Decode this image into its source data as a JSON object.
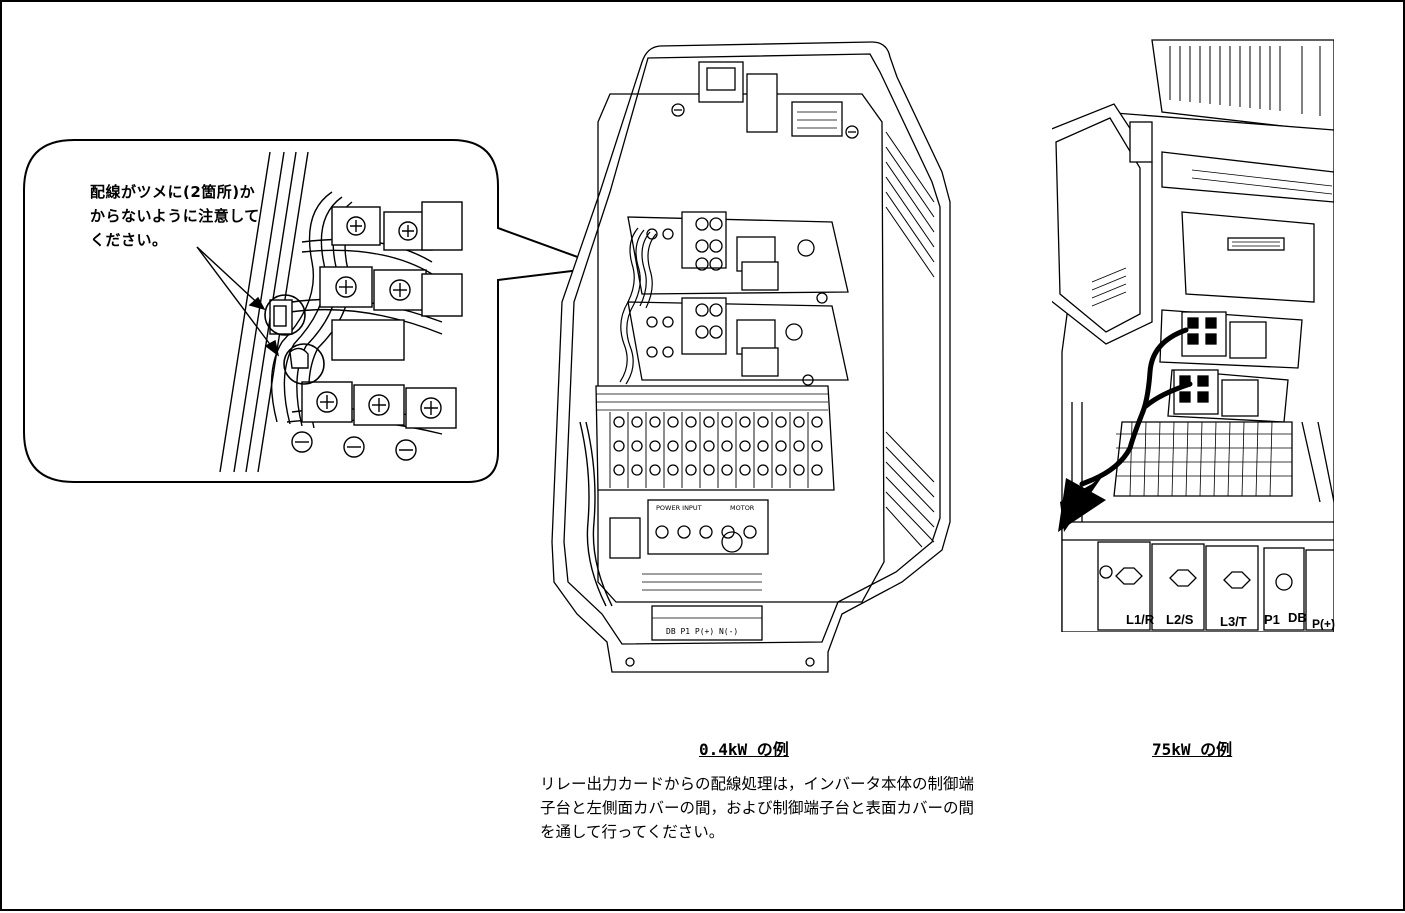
{
  "callout": {
    "note": "配線がツメに(2箇所)かからないように注意してください。"
  },
  "figures": {
    "small": {
      "caption": "0.4kW の例",
      "labels": {
        "bottom_terminals": "DB P1 P(+) N(-)",
        "power_input": "POWER INPUT",
        "motor": "MOTOR"
      }
    },
    "large": {
      "caption": "75kW の例",
      "labels": {
        "l1": "L1/R",
        "l2": "L2/S",
        "l3": "L3/T",
        "p1": "P1",
        "db": "DB",
        "p_plus": "P(+)"
      }
    }
  },
  "instruction": "リレー出力カードからの配線処理は，インバータ本体の制御端子台と左側面カバーの間，および制御端子台と表面カバーの間を通して行ってください。"
}
